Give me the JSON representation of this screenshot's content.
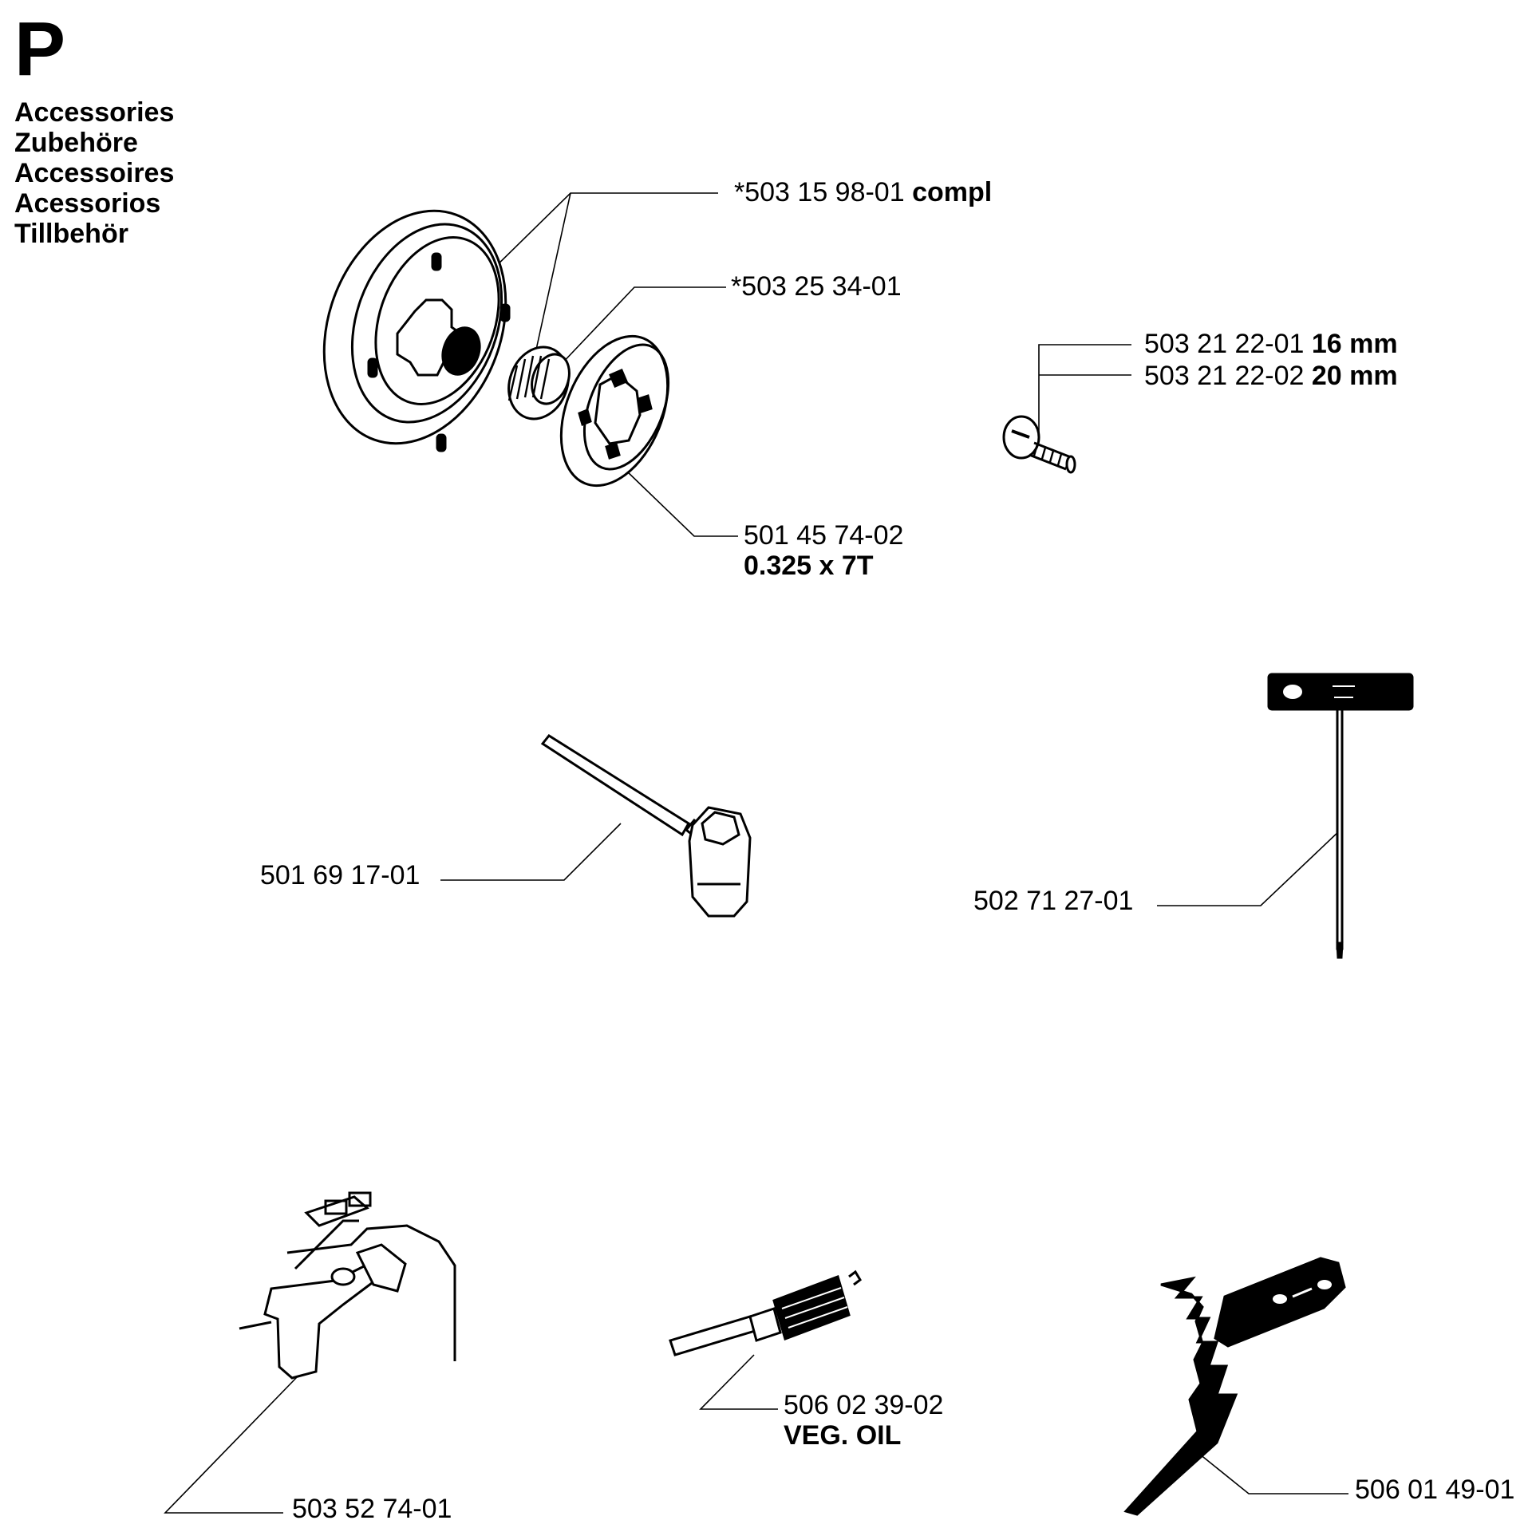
{
  "section": {
    "letter": "P",
    "titles": [
      "Accessories",
      "Zubehöre",
      "Accessoires",
      "Acessorios",
      "Tillbehör"
    ]
  },
  "parts": {
    "clutch_drum": {
      "number": "*503 15 98-01",
      "suffix": "compl"
    },
    "needle_bearing": {
      "number": "*503 25 34-01"
    },
    "screw_16": {
      "number": "503 21 22-01",
      "suffix": "16 mm"
    },
    "screw_20": {
      "number": "503 21 22-02",
      "suffix": "20 mm"
    },
    "sprocket": {
      "number": "501 45 74-02",
      "sub": "0.325 x 7T"
    },
    "combination_wrench": {
      "number": "501 69 17-01"
    },
    "torx_key": {
      "number": "502 71 27-01"
    },
    "oil_pump_adjuster": {
      "number": "503 52 74-01"
    },
    "oil_plug": {
      "number": "506 02 39-02",
      "sub": "VEG. OIL"
    },
    "depth_gauge_tool": {
      "number": "506 01 49-01"
    }
  }
}
